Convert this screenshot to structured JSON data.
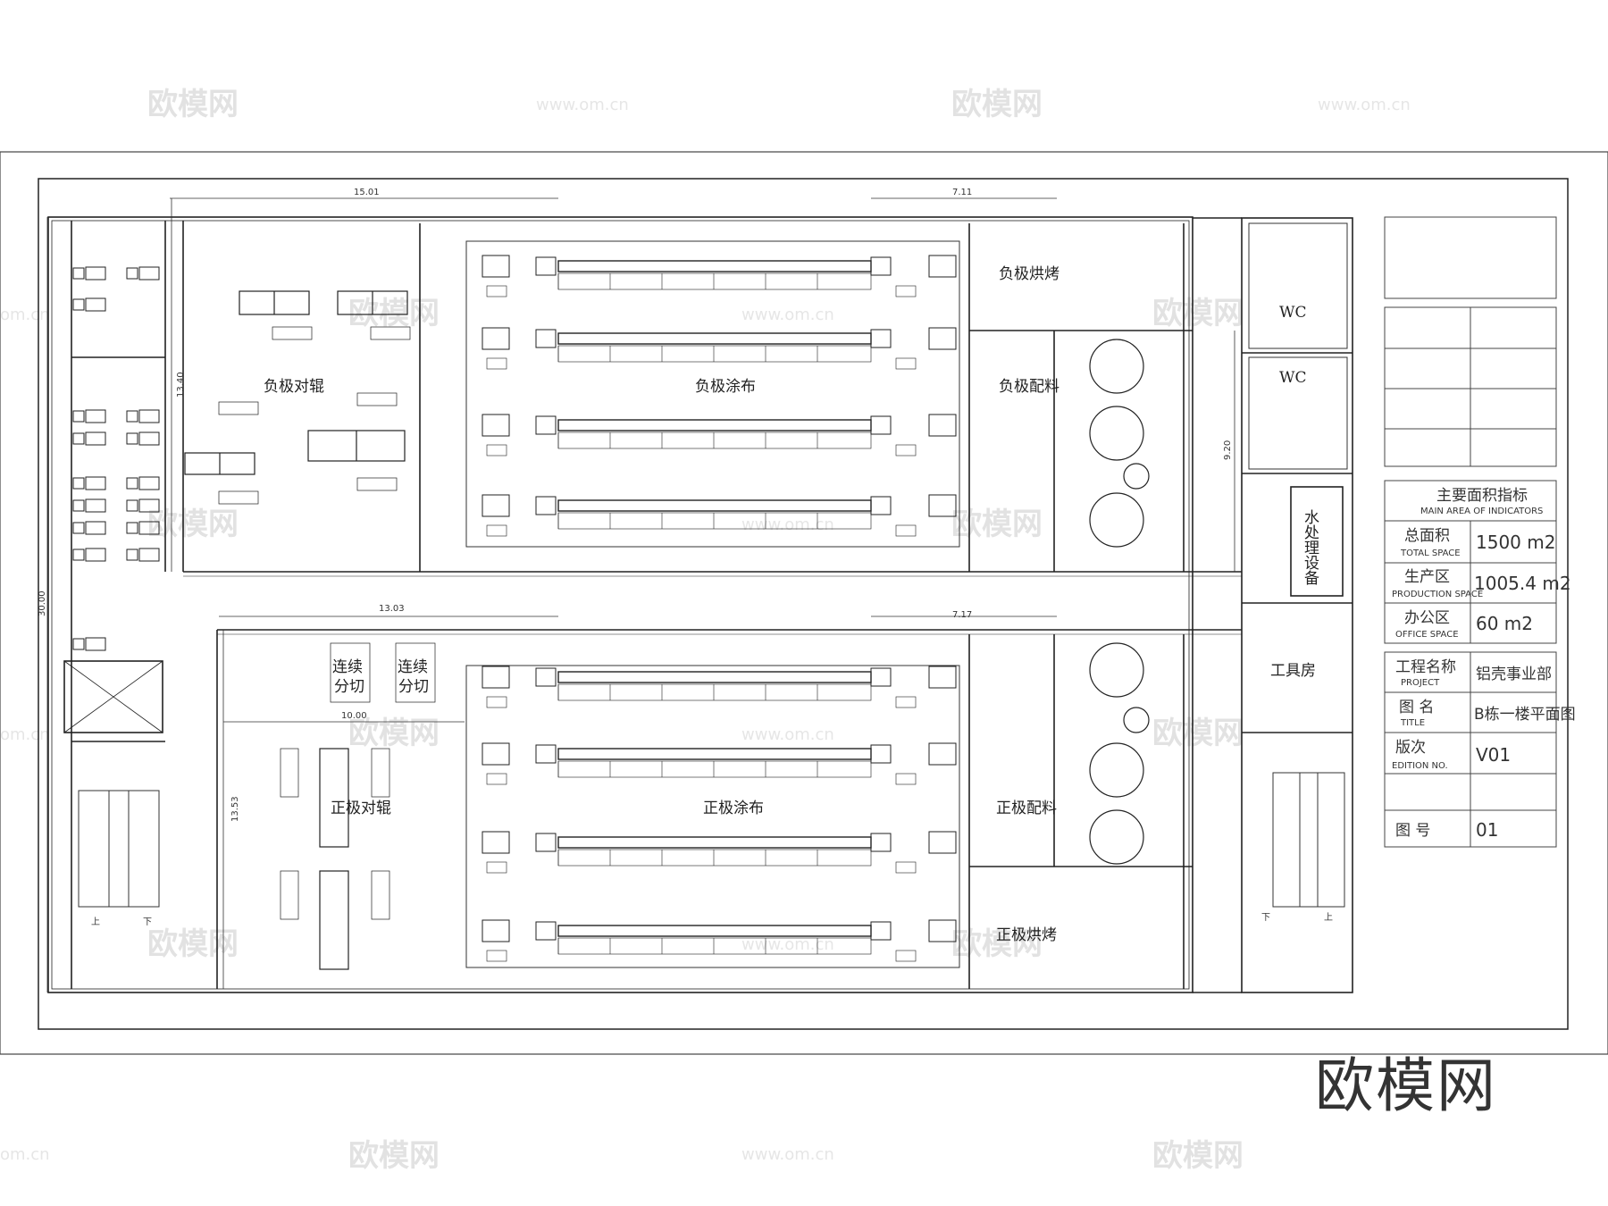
{
  "watermark": {
    "cn": "欧模网",
    "url": "www.om.cn",
    "url_short": "om.cn"
  },
  "brand_label": "欧模网",
  "rooms": {
    "neg_roll": "负极对辊",
    "neg_coat": "负极涂布",
    "neg_bake": "负极烘烤",
    "neg_mix": "负极配料",
    "pos_roll": "正极对辊",
    "pos_coat": "正极涂布",
    "pos_mix": "正极配料",
    "pos_bake": "正极烘烤",
    "slit1": "连续\n分切",
    "slit2": "连续\n分切",
    "tool_room": "工具房",
    "water": "水处理设备",
    "wc1": "WC",
    "wc2": "WC",
    "stair_up": "上",
    "stair_down": "下"
  },
  "dimensions": {
    "d_top_left": "15.01",
    "d_top_right": "7.11",
    "d_mid_left": "13.03",
    "d_mid_right": "7.17",
    "d_inner": "10.00",
    "d_height_upper": "13.40",
    "d_height_lower": "13.53",
    "d_total_height": "30.00",
    "d_right_height": "9.20"
  },
  "title_block": {
    "indicators_cn": "主要面积指标",
    "indicators_en": "MAIN AREA OF INDICATORS",
    "total_cn": "总面积",
    "total_en": "TOTAL SPACE",
    "total_val": "1500 m2",
    "prod_cn": "生产区",
    "prod_en": "PRODUCTION SPACE",
    "prod_val": "1005.4 m2",
    "office_cn": "办公区",
    "office_en": "OFFICE SPACE",
    "office_val": "60 m2",
    "project_cn": "工程名称",
    "project_en": "PROJECT",
    "project_val": "铝壳事业部",
    "title_cn": "图 名",
    "title_en": "TITLE",
    "title_val": "B栋一楼平面图",
    "edition_cn": "版次",
    "edition_en": "EDITION NO.",
    "edition_val": "V01",
    "drawing_cn": "图 号",
    "drawing_val": "01"
  },
  "colors": {
    "line": "#222222",
    "watermark": "#e2e2e2"
  }
}
